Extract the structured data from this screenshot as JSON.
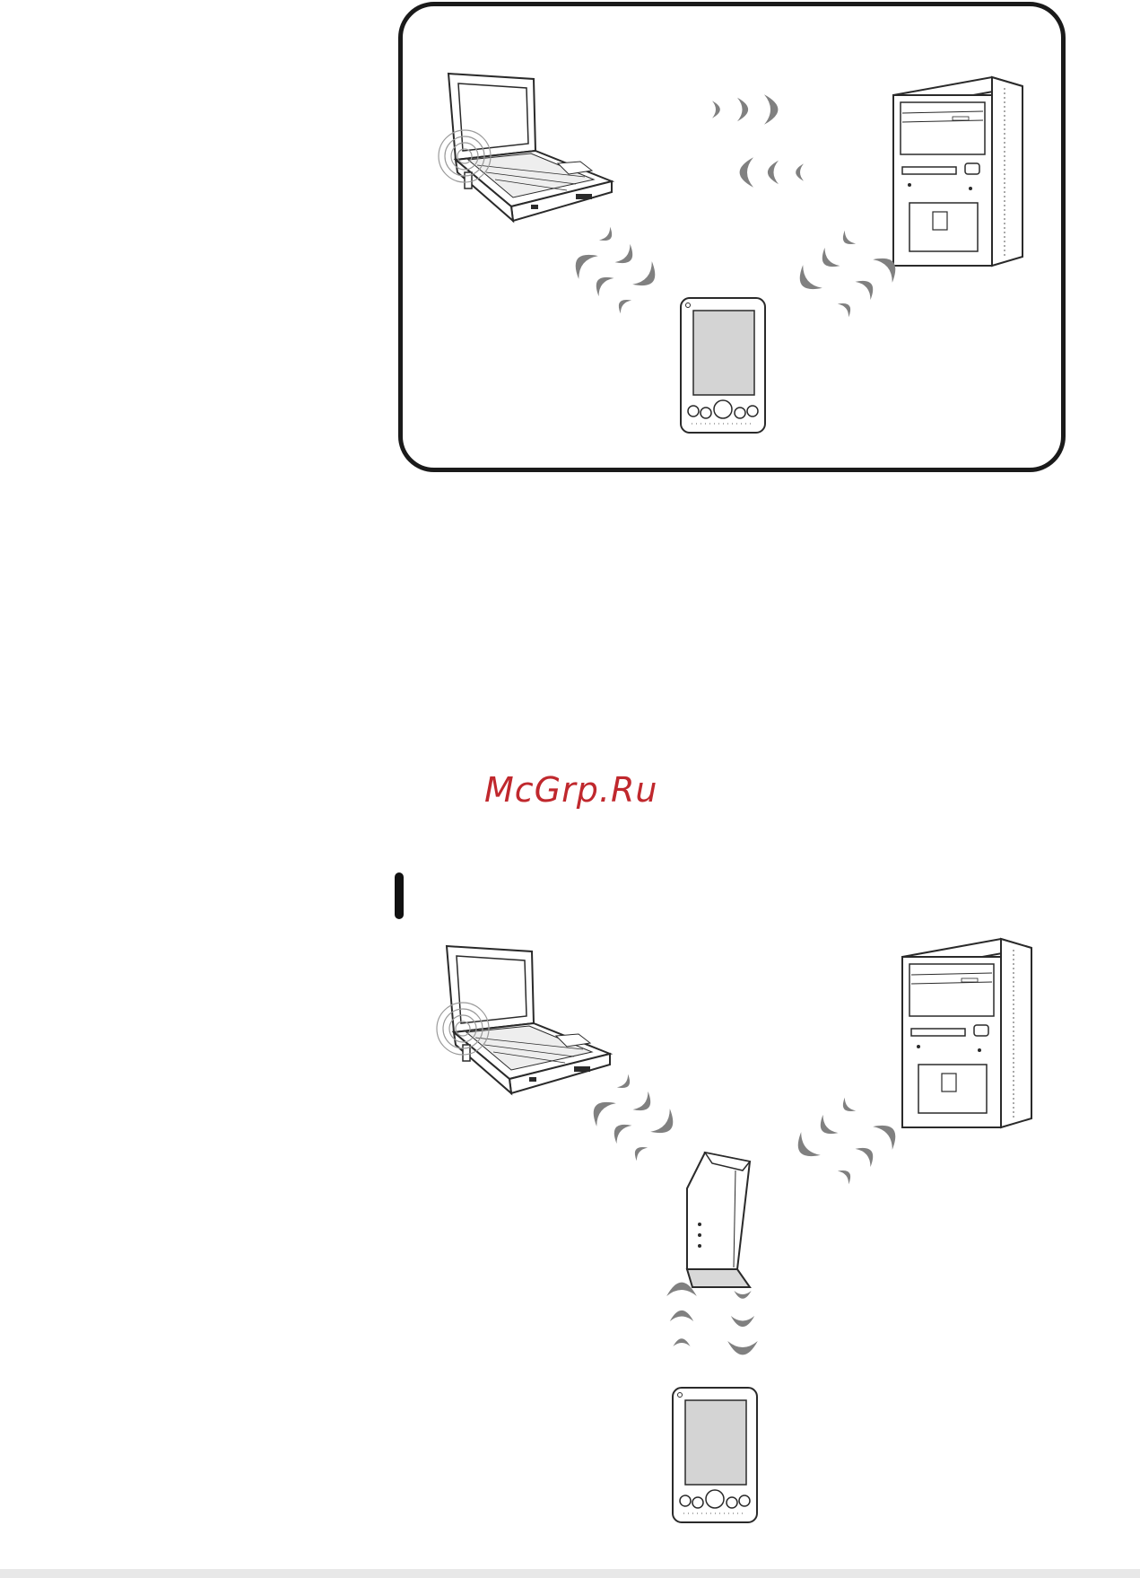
{
  "watermark": {
    "text": "McGrp.Ru",
    "color": "#c0282d"
  },
  "colors": {
    "line": "#2a2a2a",
    "wave": "#808080",
    "screen": "#d4d4d4",
    "frame": "#1a1a1a"
  },
  "diagrams": [
    {
      "name": "ad-hoc-mode",
      "devices": [
        "laptop-icon",
        "desktop-pc-icon",
        "pda-icon"
      ],
      "links": [
        [
          "laptop-icon",
          "desktop-pc-icon"
        ],
        [
          "laptop-icon",
          "pda-icon"
        ],
        [
          "desktop-pc-icon",
          "pda-icon"
        ]
      ]
    },
    {
      "name": "infrastructure-mode",
      "devices": [
        "laptop-icon",
        "desktop-pc-icon",
        "access-point-icon",
        "pda-icon"
      ],
      "links": [
        [
          "laptop-icon",
          "access-point-icon"
        ],
        [
          "desktop-pc-icon",
          "access-point-icon"
        ],
        [
          "access-point-icon",
          "pda-icon"
        ]
      ]
    }
  ]
}
